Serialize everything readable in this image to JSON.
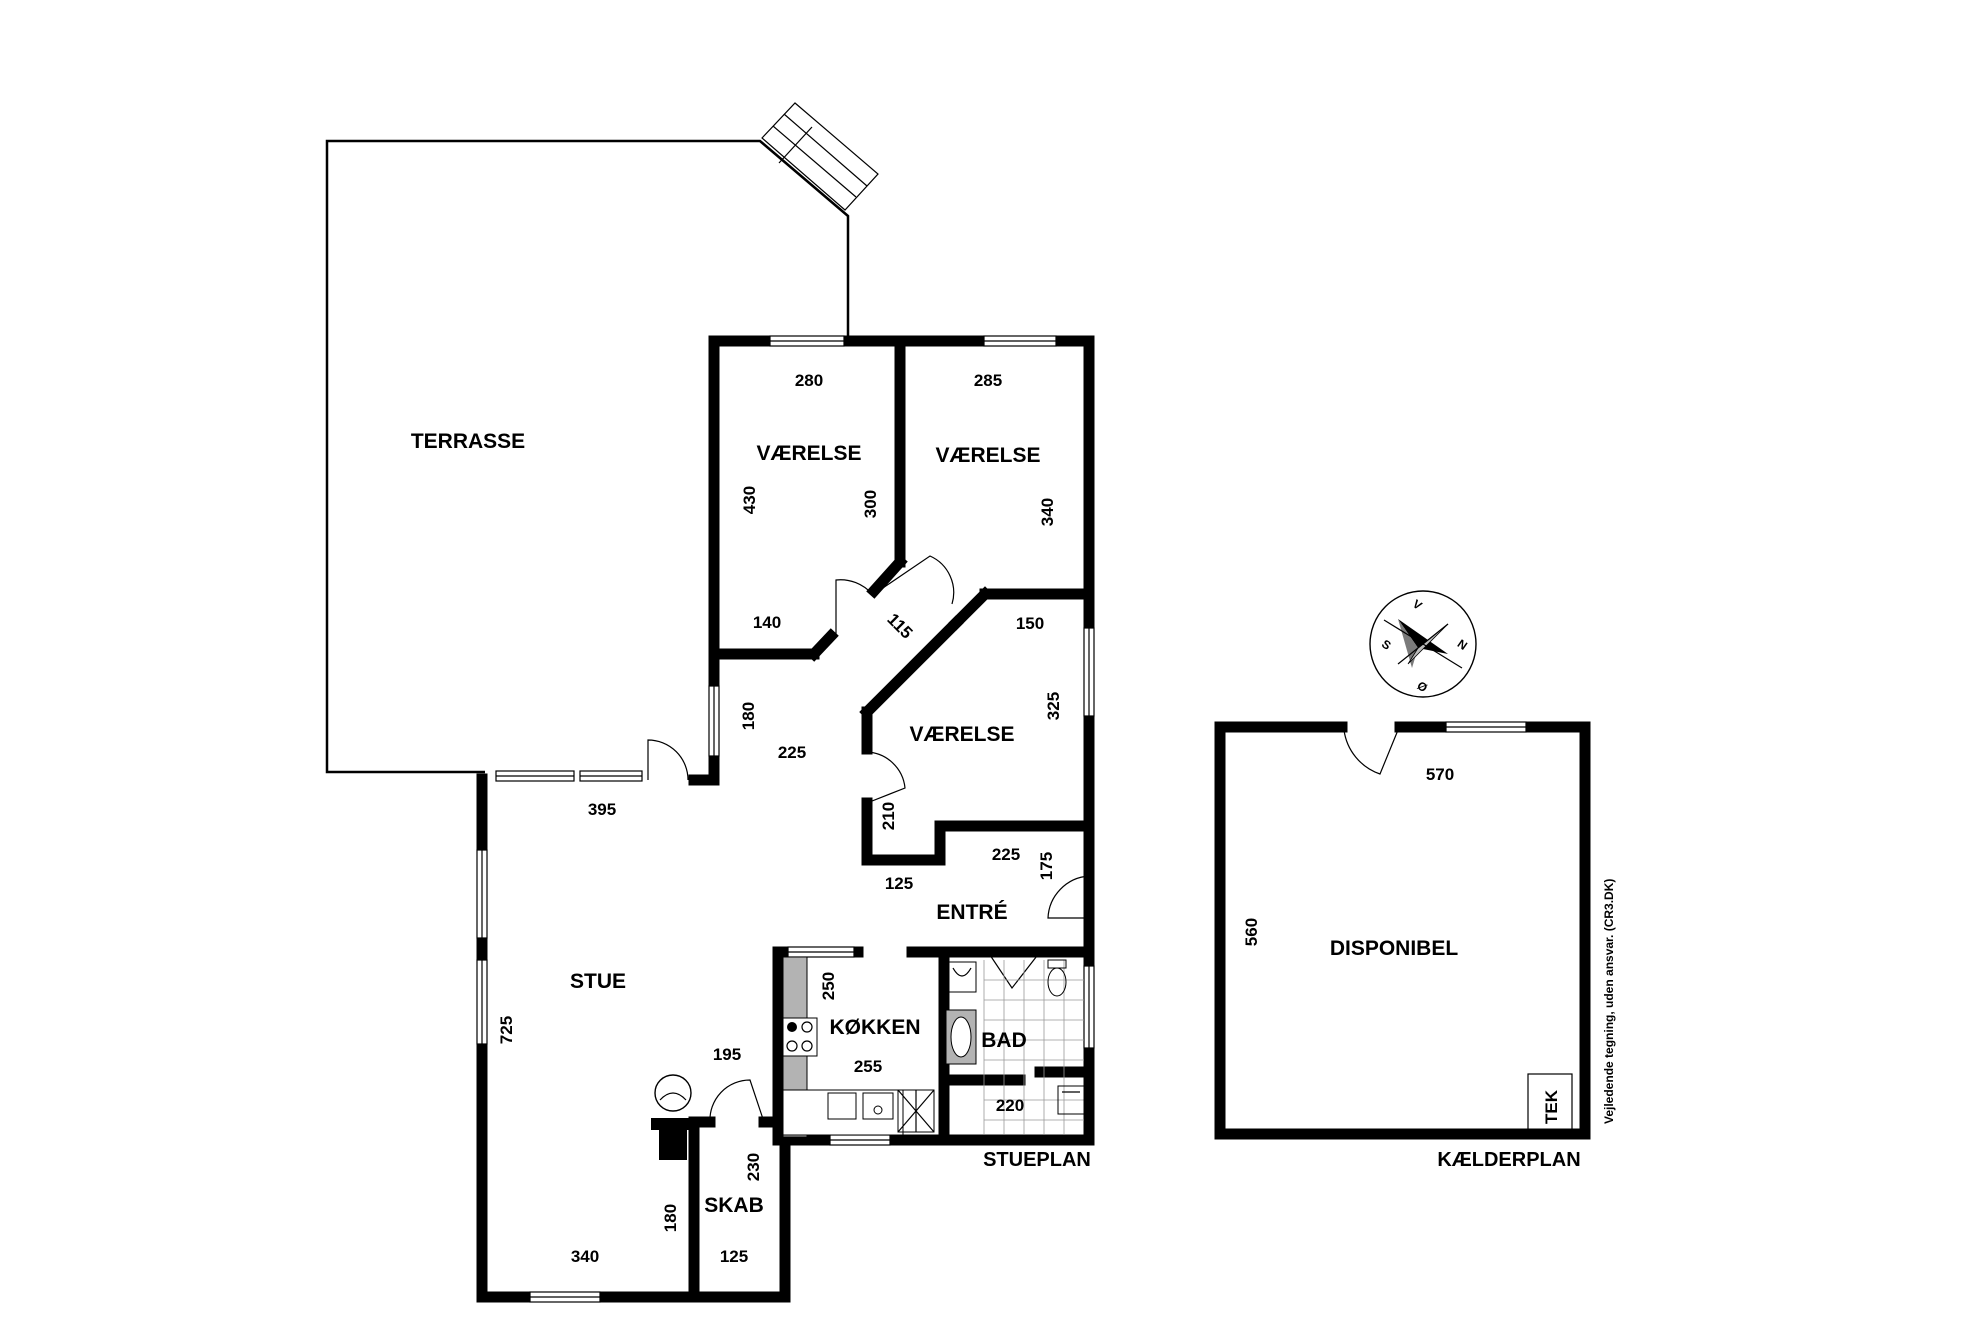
{
  "rooms": {
    "terrasse": "TERRASSE",
    "vaerelse_1": "VÆRELSE",
    "vaerelse_2": "VÆRELSE",
    "vaerelse_3": "VÆRELSE",
    "stue": "STUE",
    "entre": "ENTRÉ",
    "kokken": "KØKKEN",
    "bad": "BAD",
    "skab": "SKAB",
    "disponibel": "DISPONIBEL",
    "tek": "TEK"
  },
  "dimensions": {
    "v1_width": "280",
    "v1_height": "430",
    "v1_inner": "300",
    "v1_bottom": "140",
    "v2_width": "285",
    "v2_height": "340",
    "hall_diag": "115",
    "v3_top": "150",
    "v3_height": "325",
    "v3_bottom": "210",
    "hall_v": "180",
    "hall_w": "225",
    "entre_w": "225",
    "entre_h": "175",
    "entre_bottom": "125",
    "stue_top": "395",
    "stue_height": "725",
    "stue_bottom": "340",
    "stue_inner": "195",
    "skab_h": "180",
    "skab_v": "230",
    "skab_w": "125",
    "kokken_h": "250",
    "kokken_w": "255",
    "bad_w": "220",
    "kaelder_w": "570",
    "kaelder_h": "560"
  },
  "plan_titles": {
    "ground": "STUEPLAN",
    "basement": "KÆLDERPLAN"
  },
  "compass": {
    "v": "V",
    "n": "N",
    "o": "Ø",
    "s": "S"
  },
  "disclaimer": "Vejledende tegning, uden ansvar. (CR3.DK)"
}
